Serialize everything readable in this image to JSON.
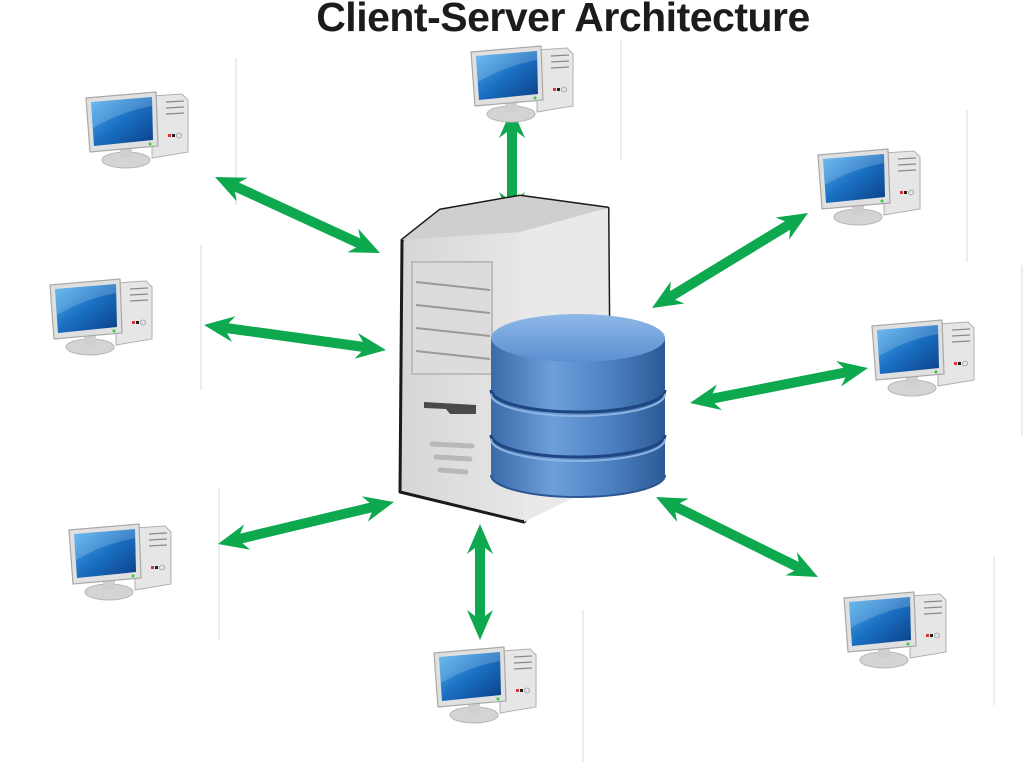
{
  "title": "Client-Server Architecture",
  "colors": {
    "arrow": "#0ea84f",
    "screen": "#1a6fc2",
    "database": "#4a7fc0",
    "server_case": "#e2e2e2",
    "outline": "#1a1a1a"
  },
  "server": {
    "label": "server-with-database"
  },
  "clients": [
    {
      "id": "client-top-left"
    },
    {
      "id": "client-top"
    },
    {
      "id": "client-right-upper"
    },
    {
      "id": "client-left-middle"
    },
    {
      "id": "client-right-middle"
    },
    {
      "id": "client-left-lower"
    },
    {
      "id": "client-right-lower"
    },
    {
      "id": "client-bottom"
    }
  ],
  "connections": [
    {
      "from": "server",
      "to": "client-top-left",
      "type": "bidirectional"
    },
    {
      "from": "server",
      "to": "client-top",
      "type": "bidirectional"
    },
    {
      "from": "server",
      "to": "client-right-upper",
      "type": "bidirectional"
    },
    {
      "from": "server",
      "to": "client-left-middle",
      "type": "bidirectional"
    },
    {
      "from": "server",
      "to": "client-right-middle",
      "type": "bidirectional"
    },
    {
      "from": "server",
      "to": "client-left-lower",
      "type": "bidirectional"
    },
    {
      "from": "server",
      "to": "client-right-lower",
      "type": "bidirectional"
    },
    {
      "from": "server",
      "to": "client-bottom",
      "type": "bidirectional"
    }
  ]
}
